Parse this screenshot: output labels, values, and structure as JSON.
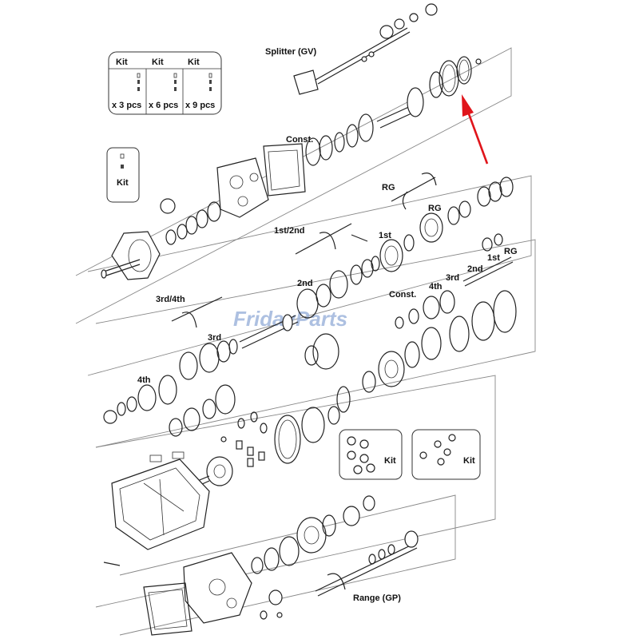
{
  "title": "Splitter (GV)",
  "watermark": "FridayParts",
  "kit_table": {
    "headers": [
      "Kit",
      "Kit",
      "Kit"
    ],
    "quantities": [
      "x 3 pcs",
      "x 6 pcs",
      "x 9 pcs"
    ]
  },
  "labels": {
    "kit_small": "Kit",
    "const_top": "Const.",
    "rg_top": "RG",
    "rg_mid": "RG",
    "first_second_fork": "1st/2nd",
    "first_gear": "1st",
    "second_gear": "2nd",
    "third_fourth_fork": "3rd/4th",
    "third_gear": "3rd",
    "fourth_gear": "4th",
    "const_mid": "Const.",
    "fourth_cs": "4th",
    "third_cs": "3rd",
    "second_cs": "2nd",
    "first_cs": "1st",
    "rg_cs": "RG",
    "kit_bearings_1": "Kit",
    "kit_bearings_2": "Kit",
    "range": "Range (GP)"
  },
  "colors": {
    "arrow": "#e0151b",
    "line": "#222222",
    "watermark": "#9fb6dc"
  }
}
